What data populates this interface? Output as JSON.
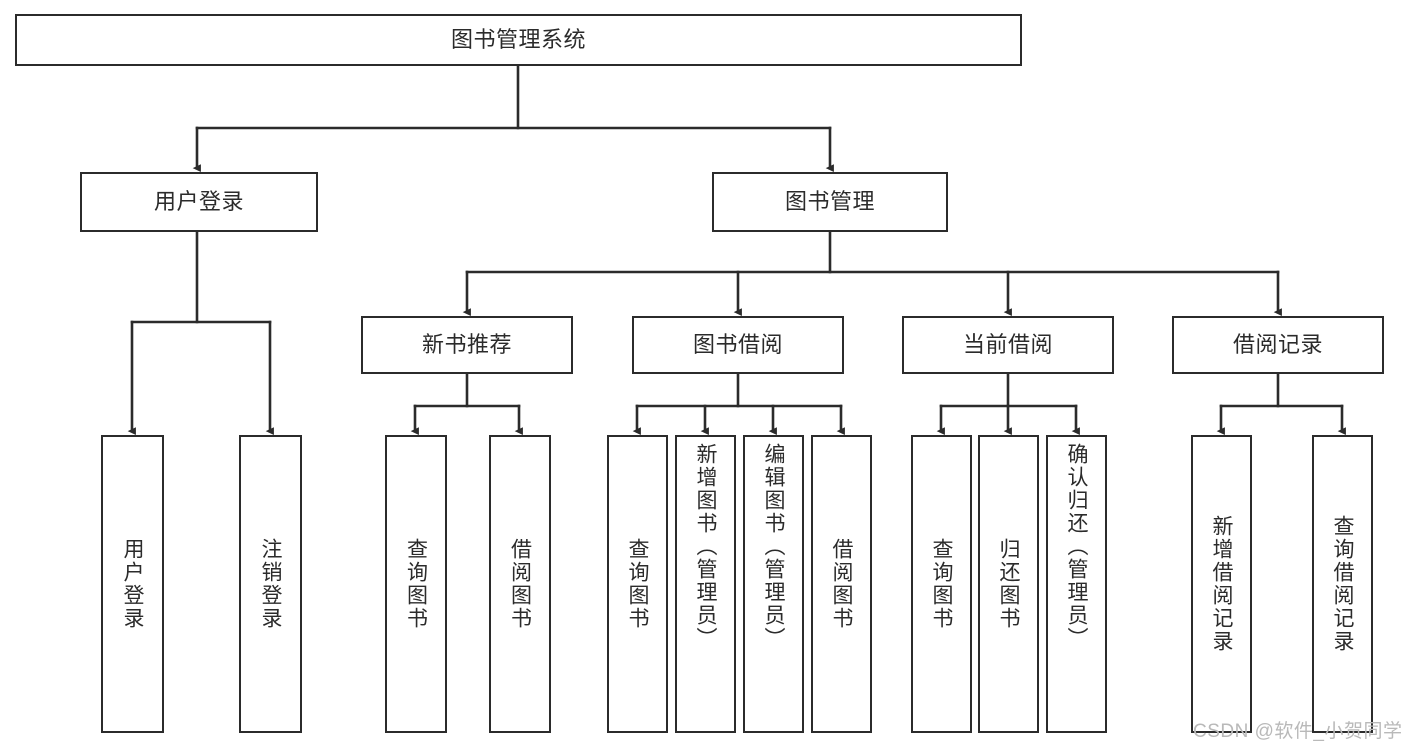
{
  "diagram": {
    "type": "tree-hierarchy",
    "title": "图书管理系统",
    "colors": {
      "box_border": "#2b2b2b",
      "box_fill": "#ffffff",
      "connector": "#2b2b2b",
      "watermark": "#b9b9b9",
      "background": "#ffffff"
    },
    "root": {
      "id": "root",
      "label": "图书管理系统",
      "level": 0
    },
    "level1": [
      {
        "id": "user-login",
        "label": "用户登录",
        "level": 1
      },
      {
        "id": "book-management",
        "label": "图书管理",
        "level": 1
      }
    ],
    "level2": [
      {
        "id": "new-book-recommend",
        "label": "新书推荐",
        "parent": "book-management",
        "level": 2
      },
      {
        "id": "book-borrow",
        "label": "图书借阅",
        "parent": "book-management",
        "level": 2
      },
      {
        "id": "current-borrow",
        "label": "当前借阅",
        "parent": "book-management",
        "level": 2
      },
      {
        "id": "borrow-record",
        "label": "借阅记录",
        "parent": "book-management",
        "level": 2
      }
    ],
    "leaves": [
      {
        "id": "leaf-user-login",
        "label": "用户登录",
        "parent": "user-login"
      },
      {
        "id": "leaf-logout-login",
        "label": "注销登录",
        "parent": "user-login"
      },
      {
        "id": "leaf-query-book-1",
        "label": "查询图书",
        "parent": "new-book-recommend"
      },
      {
        "id": "leaf-borrow-book-1",
        "label": "借阅图书",
        "parent": "new-book-recommend"
      },
      {
        "id": "leaf-query-book-2",
        "label": "查询图书",
        "parent": "book-borrow"
      },
      {
        "id": "leaf-add-book",
        "label": "新增图书（管理员）",
        "parent": "book-borrow"
      },
      {
        "id": "leaf-edit-book",
        "label": "编辑图书（管理员）",
        "parent": "book-borrow"
      },
      {
        "id": "leaf-borrow-book-2",
        "label": "借阅图书",
        "parent": "book-borrow"
      },
      {
        "id": "leaf-query-book-3",
        "label": "查询图书",
        "parent": "current-borrow"
      },
      {
        "id": "leaf-return-book",
        "label": "归还图书",
        "parent": "current-borrow"
      },
      {
        "id": "leaf-confirm-return",
        "label": "确认归还（管理员）",
        "parent": "current-borrow"
      },
      {
        "id": "leaf-add-borrow-record",
        "label": "新增借阅记录",
        "parent": "borrow-record"
      },
      {
        "id": "leaf-query-borrow-record",
        "label": "查询借阅记录",
        "parent": "borrow-record"
      }
    ]
  },
  "watermark": {
    "text": "CSDN @软件_小贺同学"
  }
}
